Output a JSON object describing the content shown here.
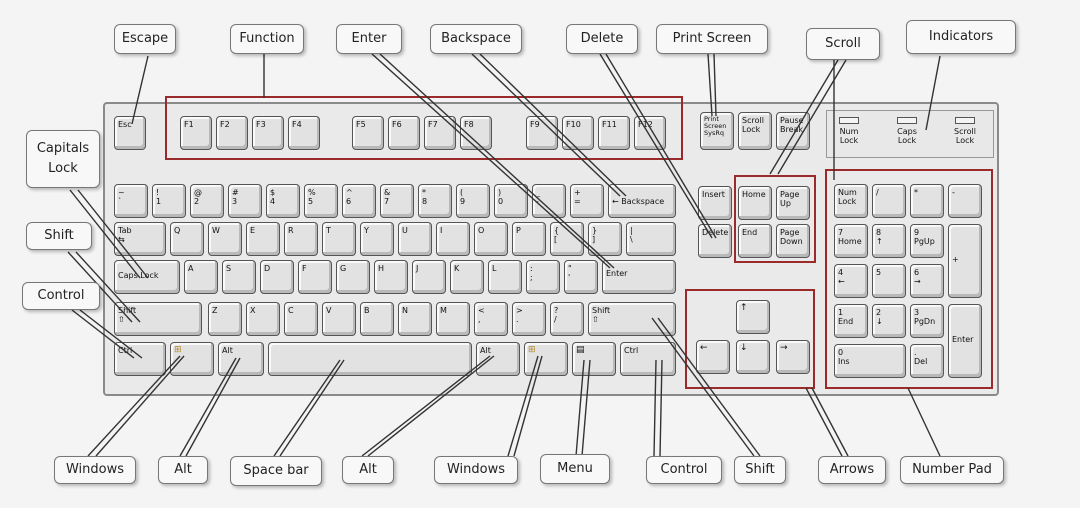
{
  "callouts": {
    "escape": "Escape",
    "function": "Function",
    "enter": "Enter",
    "backspace": "Backspace",
    "delete": "Delete",
    "print_screen": "Print Screen",
    "scroll": "Scroll",
    "indicators": "Indicators",
    "capitals_lock": "Capitals\nLock",
    "shift_left": "Shift",
    "control_left": "Control",
    "windows_left": "Windows",
    "alt_left": "Alt",
    "space_bar": "Space bar",
    "alt_right": "Alt",
    "windows_right": "Windows",
    "menu": "Menu",
    "control_right": "Control",
    "shift_right": "Shift",
    "arrows": "Arrows",
    "number_pad": "Number Pad"
  },
  "keys": {
    "esc": "Esc",
    "f1": "F1",
    "f2": "F2",
    "f3": "F3",
    "f4": "F4",
    "f5": "F5",
    "f6": "F6",
    "f7": "F7",
    "f8": "F8",
    "f9": "F9",
    "f10": "F10",
    "f11": "F11",
    "f12": "F12",
    "print_screen": "Print\nScreen\nSysRq",
    "scroll_lock": "Scroll\nLock",
    "pause": "Pause\nBreak",
    "tilde": "~\n`",
    "k1": "!\n1",
    "k2": "@\n2",
    "k3": "#\n3",
    "k4": "$\n4",
    "k5": "%\n5",
    "k6": "^\n6",
    "k7": "&\n7",
    "k8": "*\n8",
    "k9": "(\n9",
    "k0": ")\n0",
    "minus": "_\n-",
    "equals": "+\n=",
    "backspace": "← Backspace",
    "tab": "Tab\n⇆",
    "q": "Q",
    "w": "W",
    "e": "E",
    "r": "R",
    "t": "T",
    "y": "Y",
    "u": "U",
    "i": "I",
    "o": "O",
    "p": "P",
    "lbracket": "{\n[",
    "rbracket": "}\n]",
    "backslash": "|\n\\",
    "caps_lock": "Caps Lock",
    "a": "A",
    "s": "S",
    "d": "D",
    "f": "F",
    "g": "G",
    "h": "H",
    "j": "J",
    "k": "K",
    "l": "L",
    "semicolon": ":\n;",
    "quote": "\"\n'",
    "enter": "Enter",
    "shift_left": "Shift\n⇧",
    "z": "Z",
    "x": "X",
    "c": "C",
    "v": "V",
    "b": "B",
    "n": "N",
    "m": "M",
    "comma": "<\n,",
    "period": ">\n.",
    "slash": "?\n/",
    "shift_right": "Shift\n⇧",
    "ctrl_left": "Ctrl",
    "win_left": "⊞",
    "alt_left": "Alt",
    "space": "",
    "alt_right": "Alt",
    "win_right": "⊞",
    "menu": "▤",
    "ctrl_right": "Ctrl",
    "insert": "Insert",
    "home": "Home",
    "page_up": "Page\nUp",
    "delete": "Delete",
    "end": "End",
    "page_down": "Page\nDown",
    "arrow_up": "↑",
    "arrow_left": "←",
    "arrow_down": "↓",
    "arrow_right": "→",
    "num_lock": "Num\nLock",
    "np_divide": "/",
    "np_multiply": "*",
    "np_minus": "-",
    "np7": "7\nHome",
    "np8": "8\n↑",
    "np9": "9\nPgUp",
    "np_plus": "+",
    "np4": "4\n←",
    "np5": "5",
    "np6": "6\n→",
    "np1": "1\nEnd",
    "np2": "2\n↓",
    "np3": "3\nPgDn",
    "np_enter": "Enter",
    "np0": "0\nIns",
    "np_decimal": ".\nDel"
  },
  "indicators": {
    "num_lock": "Num\nLock",
    "caps_lock": "Caps\nLock",
    "scroll_lock": "Scroll\nLock"
  },
  "colors": {
    "highlight_frame": "#9b2a2a",
    "leader_line": "#333333",
    "key_face": "#e2e2e2"
  }
}
